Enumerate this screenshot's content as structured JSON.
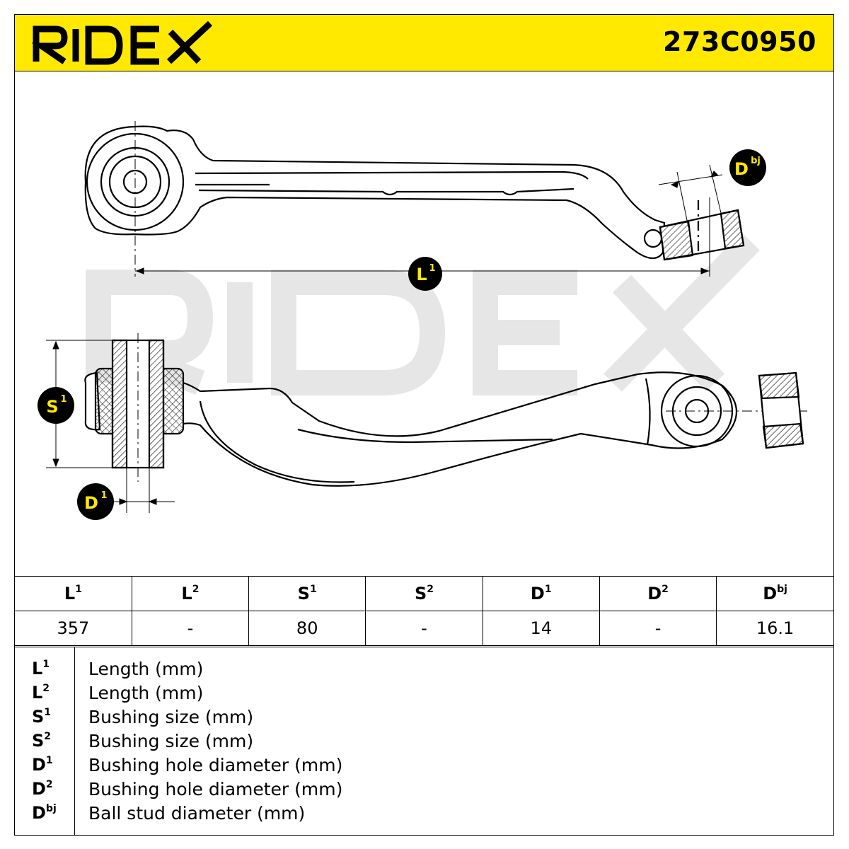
{
  "brand": "RIDEX",
  "part_number": "273C0950",
  "watermark": "RIDEX",
  "colors": {
    "accent": "#ffe900",
    "ink": "#000000",
    "watermark": "#e6e6e6"
  },
  "dimension_labels": {
    "L1": {
      "base": "L",
      "sup": "1"
    },
    "S1": {
      "base": "S",
      "sup": "1"
    },
    "D1": {
      "base": "D",
      "sup": "1"
    },
    "Dbj": {
      "base": "D",
      "sup": "bj"
    }
  },
  "spec_table": {
    "headers": [
      {
        "base": "L",
        "sup": "1"
      },
      {
        "base": "L",
        "sup": "2"
      },
      {
        "base": "S",
        "sup": "1"
      },
      {
        "base": "S",
        "sup": "2"
      },
      {
        "base": "D",
        "sup": "1"
      },
      {
        "base": "D",
        "sup": "2"
      },
      {
        "base": "D",
        "sup": "bj"
      }
    ],
    "values": [
      "357",
      "-",
      "80",
      "-",
      "14",
      "-",
      "16.1"
    ]
  },
  "legend": [
    {
      "base": "L",
      "sup": "1",
      "desc": "Length (mm)"
    },
    {
      "base": "L",
      "sup": "2",
      "desc": "Length (mm)"
    },
    {
      "base": "S",
      "sup": "1",
      "desc": "Bushing size (mm)"
    },
    {
      "base": "S",
      "sup": "2",
      "desc": "Bushing size (mm)"
    },
    {
      "base": "D",
      "sup": "1",
      "desc": "Bushing hole diameter (mm)"
    },
    {
      "base": "D",
      "sup": "2",
      "desc": "Bushing hole diameter (mm)"
    },
    {
      "base": "D",
      "sup": "bj",
      "desc": "Ball stud diameter (mm)"
    }
  ]
}
